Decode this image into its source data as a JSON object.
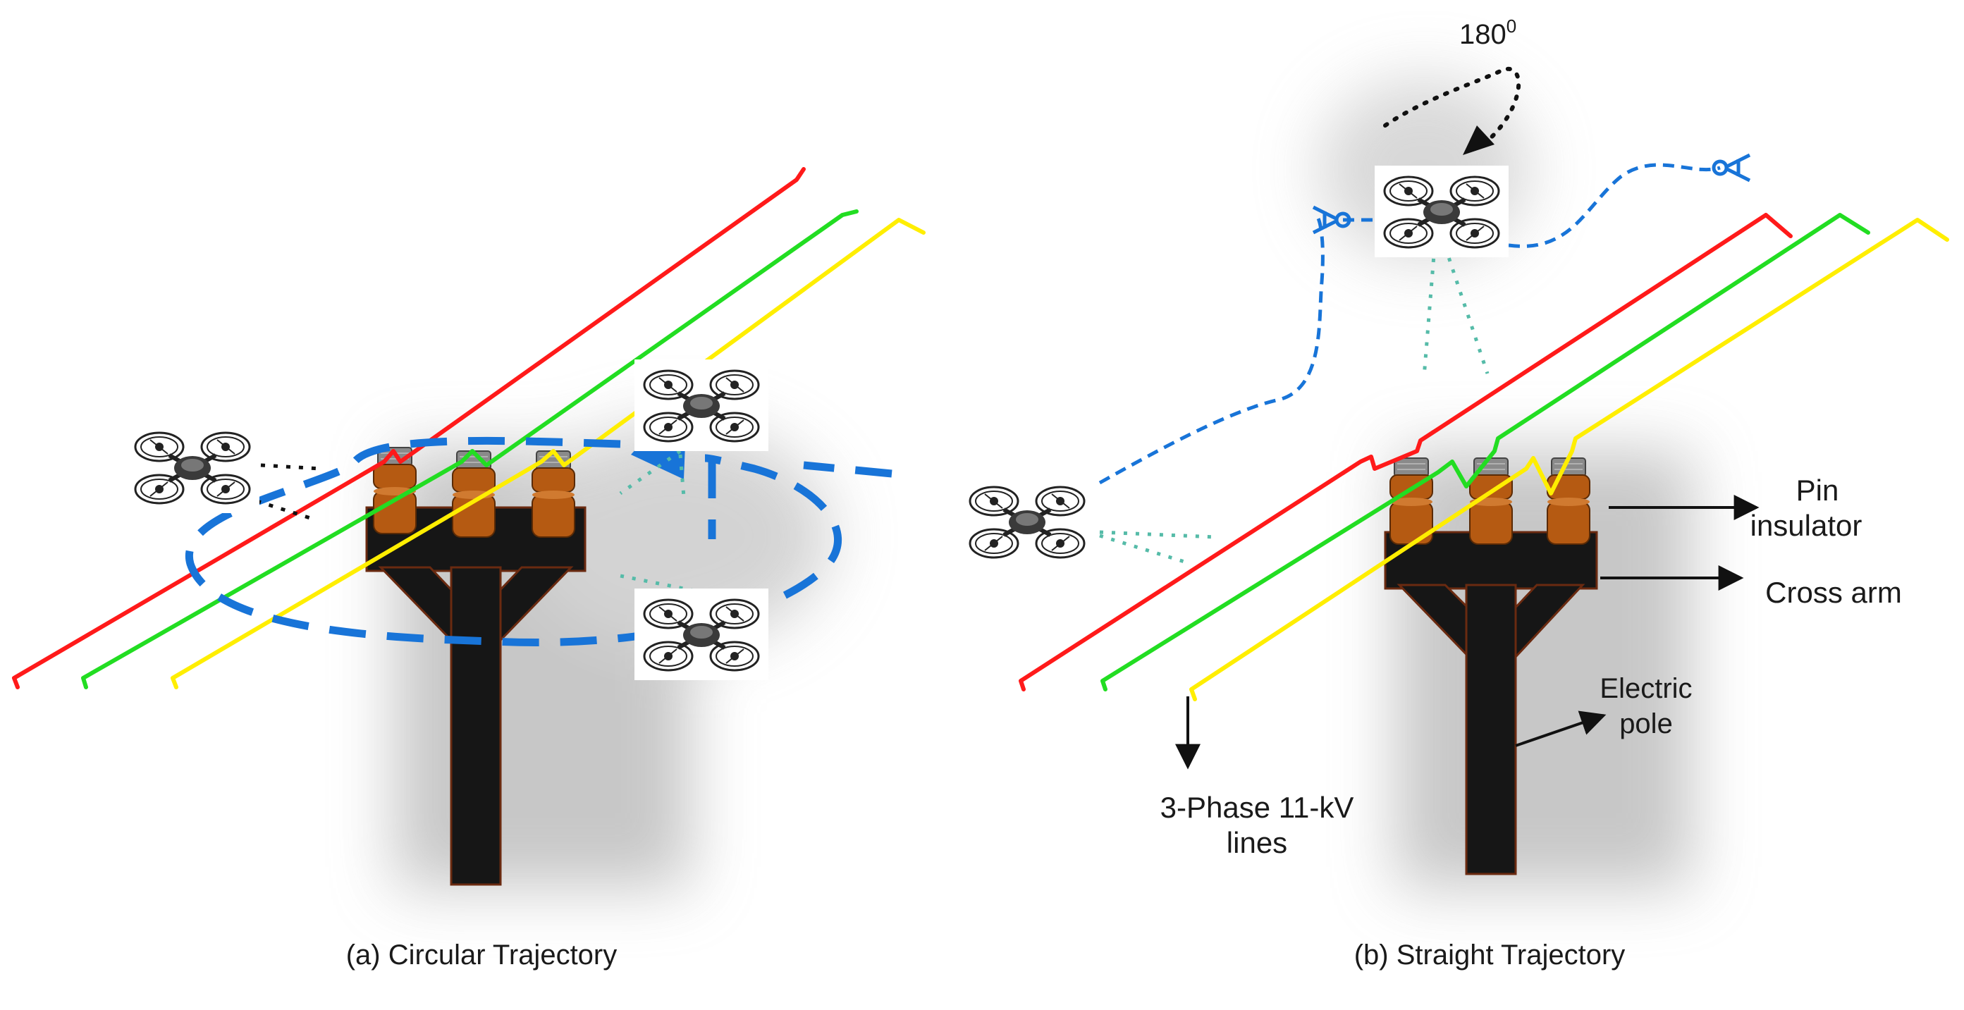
{
  "colors": {
    "phase_red": "#ff1a1a",
    "phase_green": "#22dd22",
    "phase_yellow": "#ffee00",
    "pole": "#161616",
    "insulator_body": "#b55a12",
    "insulator_cap": "#8a8a8a",
    "trajectory": "#1874d8",
    "sensor_rays": "#55bba8"
  },
  "icons": [
    "drone-icon",
    "arrow-icon",
    "wire-cutter-icon"
  ],
  "labels": {
    "rotation": "180",
    "rotation_sup": "0",
    "pin_insulator_line1": "Pin",
    "pin_insulator_line2": "insulator",
    "cross_arm": "Cross arm",
    "electric_pole_line1": "Electric",
    "electric_pole_line2": "pole",
    "lines_line1": "3-Phase 11-kV",
    "lines_line2": "lines"
  },
  "captions": {
    "a": "(a) Circular Trajectory",
    "b": "(b) Straight Trajectory"
  }
}
